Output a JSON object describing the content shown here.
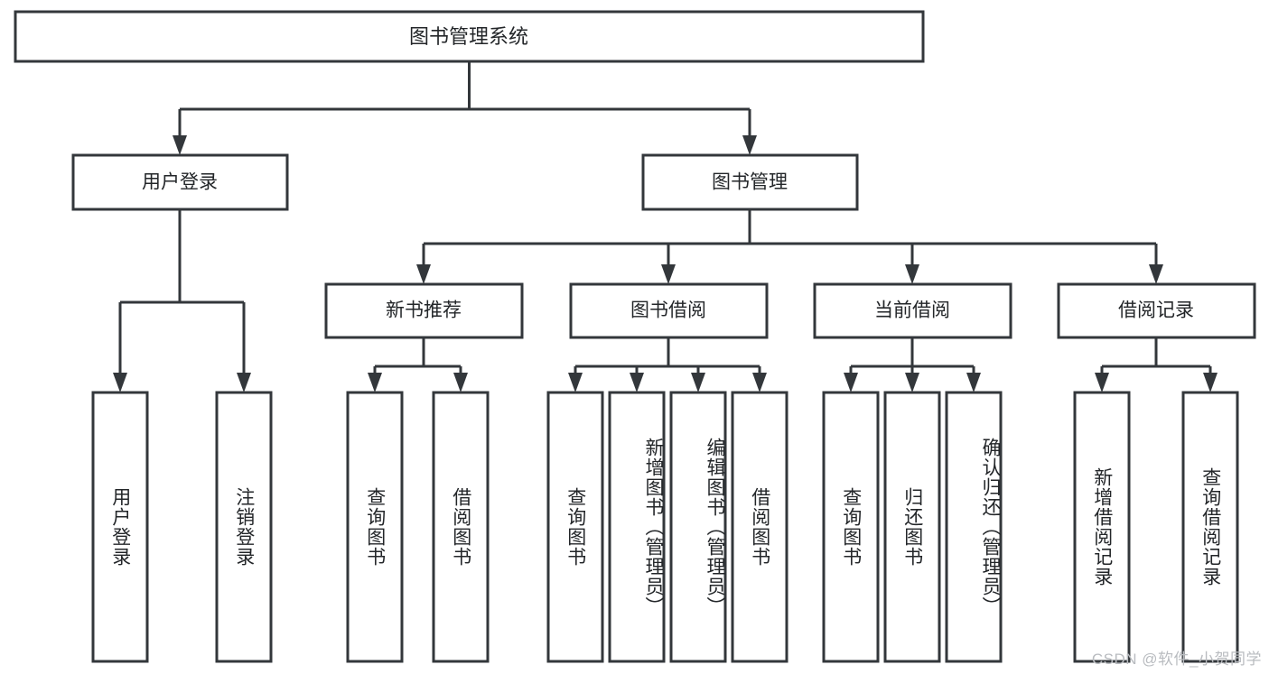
{
  "diagram": {
    "type": "hierarchy-tree",
    "title": "图书管理系统",
    "orientation": "top-down",
    "levels": 4,
    "colors": {
      "box_border": "#33373b",
      "box_fill": "#ffffff",
      "edge": "#33373b",
      "text": "#232629",
      "background": "#ffffff",
      "watermark": "#b9bcc0"
    }
  },
  "root": {
    "label": "图书管理系统"
  },
  "level2": [
    {
      "id": "user-login",
      "label": "用户登录"
    },
    {
      "id": "book-management",
      "label": "图书管理"
    }
  ],
  "level3": [
    {
      "id": "new-book-recommend",
      "label": "新书推荐",
      "parent": "book-management"
    },
    {
      "id": "book-borrow",
      "label": "图书借阅",
      "parent": "book-management"
    },
    {
      "id": "current-borrow",
      "label": "当前借阅",
      "parent": "book-management"
    },
    {
      "id": "borrow-record",
      "label": "借阅记录",
      "parent": "book-management"
    }
  ],
  "leaves": {
    "user_login": [
      {
        "id": "leaf-user-login",
        "label": "用户登录"
      },
      {
        "id": "leaf-logout-login",
        "label": "注销登录"
      }
    ],
    "new_book_recommend": [
      {
        "id": "leaf-query-book-1",
        "label": "查询图书"
      },
      {
        "id": "leaf-borrow-book-1",
        "label": "借阅图书"
      }
    ],
    "book_borrow": [
      {
        "id": "leaf-query-book-2",
        "label": "查询图书"
      },
      {
        "id": "leaf-add-book",
        "label": "新增图书（管理员）"
      },
      {
        "id": "leaf-edit-book",
        "label": "编辑图书（管理员）"
      },
      {
        "id": "leaf-borrow-book-2",
        "label": "借阅图书"
      }
    ],
    "current_borrow": [
      {
        "id": "leaf-query-book-3",
        "label": "查询图书"
      },
      {
        "id": "leaf-return-book",
        "label": "归还图书"
      },
      {
        "id": "leaf-confirm-return",
        "label": "确认归还（管理员）"
      }
    ],
    "borrow_record": [
      {
        "id": "leaf-add-record",
        "label": "新增借阅记录"
      },
      {
        "id": "leaf-query-record",
        "label": "查询借阅记录"
      }
    ]
  },
  "watermark": {
    "text": "CSDN @软件_小贺同学"
  }
}
